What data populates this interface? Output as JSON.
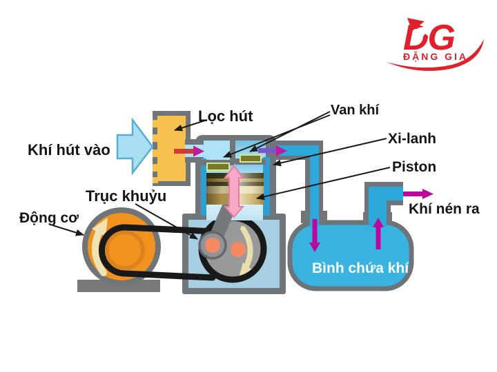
{
  "logo": {
    "monogram": "DG",
    "company": "ĐẶNG GIA",
    "color": "#e0202a"
  },
  "diagram": {
    "labels": {
      "intake": "Khí hút vào",
      "suction_filter": "Lọc hút",
      "air_valve": "Van khí",
      "cylinder": "Xi-lanh",
      "piston": "Piston",
      "crankshaft": "Trục khuỷu",
      "motor": "Động cơ",
      "compressed_air_out": "Khí nén ra",
      "air_tank": "Bình chứa khí"
    },
    "colors": {
      "outline_gray": "#6f7578",
      "pipe_blue": "#2ca8da",
      "tank_blue": "#39b3df",
      "chamber_blue": "#aee3f5",
      "filter_orange": "#f6c14f",
      "motor_orange": "#f2921e",
      "flow_magenta": "#bb079d",
      "piston_arrow_pink": "#f8a9c6",
      "belt_black": "#191919",
      "rotation_arrow_cream": "#f0e2b2"
    }
  }
}
